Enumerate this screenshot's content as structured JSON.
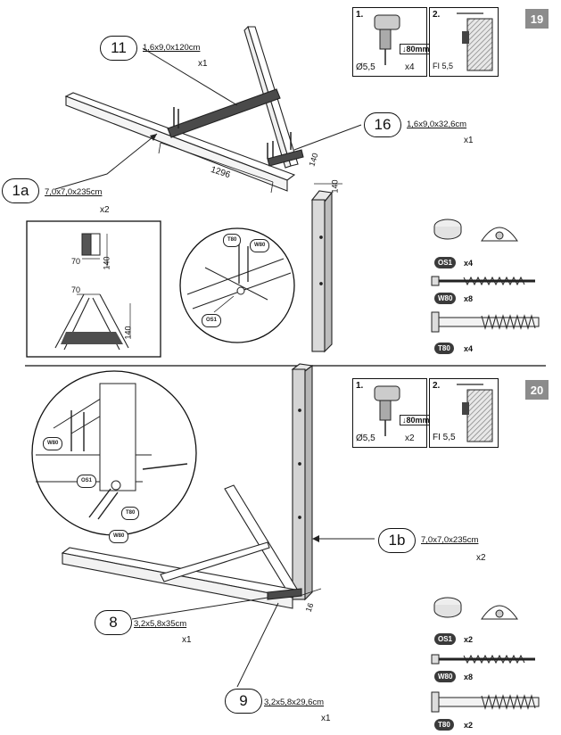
{
  "step19": {
    "badge": "19",
    "tool1": {
      "num": "1.",
      "bit": "Ø5,5",
      "depth": "↓80mm",
      "qty": "x4"
    },
    "tool2": {
      "num": "2.",
      "label": "FI 5,5"
    },
    "parts": [
      {
        "id": "11",
        "dims": "1,6x9,0x120cm",
        "qty": "x1"
      },
      {
        "id": "16",
        "dims": "1,6x9,0x32,6cm",
        "qty": "x1"
      },
      {
        "id": "1a",
        "dims": "7,0x7,0x235cm",
        "qty": "x2"
      }
    ],
    "measure_1296": "1296",
    "measure_140": "140",
    "measure_140b": "140",
    "detail": {
      "m70": "70",
      "m140": "140",
      "m70b": "70",
      "m140b": "140"
    },
    "zoom_tags": {
      "t80": "T80",
      "w80": "W80",
      "os1": "OS1"
    },
    "hardware": [
      {
        "tag": "OS1",
        "qty": "x4"
      },
      {
        "tag": "W80",
        "qty": "x8"
      },
      {
        "tag": "T80",
        "qty": "x4"
      }
    ]
  },
  "step20": {
    "badge": "20",
    "tool1": {
      "num": "1.",
      "bit": "Ø5,5",
      "depth": "↓80mm",
      "qty": "x2"
    },
    "tool2": {
      "num": "2.",
      "label": "FI 5,5"
    },
    "parts": [
      {
        "id": "1b",
        "dims": "7,0x7,0x235cm",
        "qty": "x2"
      },
      {
        "id": "8",
        "dims": "3,2x5,8x35cm",
        "qty": "x1"
      },
      {
        "id": "9",
        "dims": "3,2x5,8x29,6cm",
        "qty": "x1"
      }
    ],
    "measure_16": "16",
    "zoom_tags": {
      "w80a": "W80",
      "os1": "OS1",
      "t80": "T80",
      "w80b": "W80"
    },
    "hardware": [
      {
        "tag": "OS1",
        "qty": "x2"
      },
      {
        "tag": "W80",
        "qty": "x8"
      },
      {
        "tag": "T80",
        "qty": "x2"
      }
    ]
  }
}
